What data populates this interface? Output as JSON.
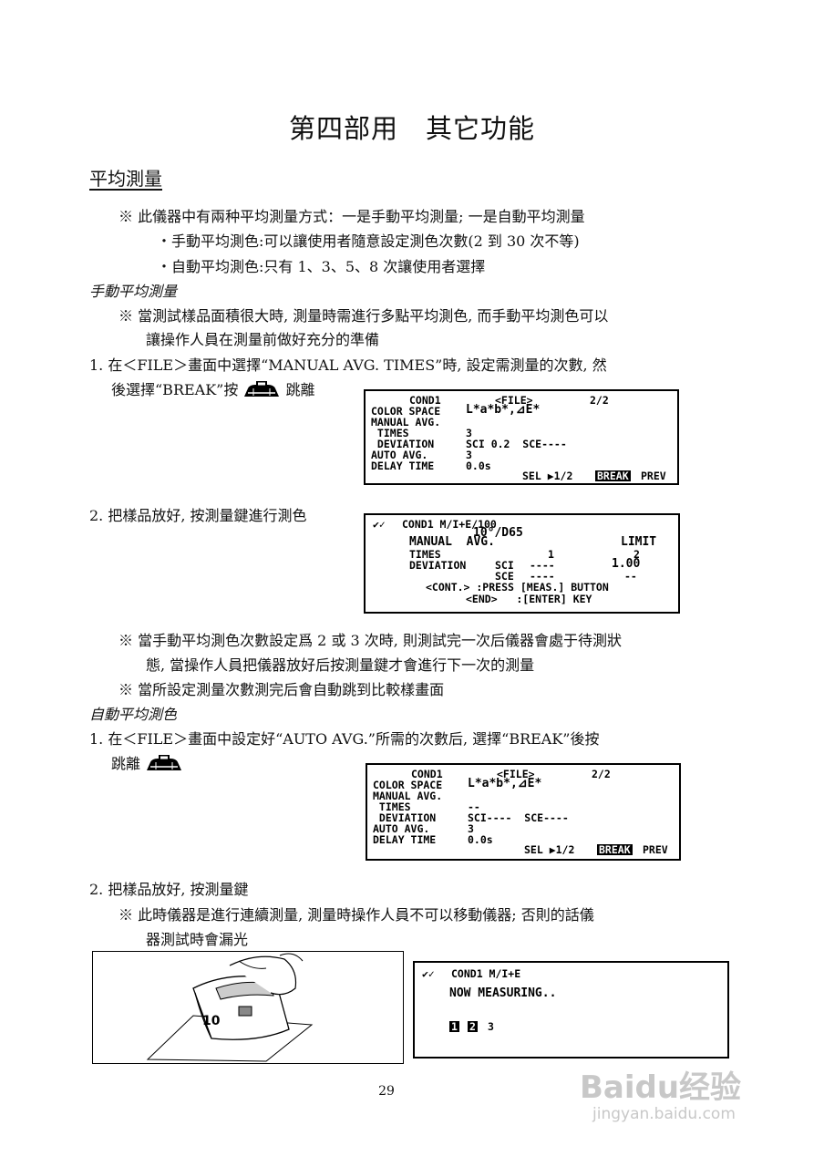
{
  "page": {
    "title": "第四部用　其它功能",
    "section_heading": "平均測量",
    "intro_note": "※ 此儀器中有兩种平均測量方式：一是手動平均測量; 一是自動平均測量",
    "bullet_manual": "・手動平均測色:可以讓使用者隨意設定測色次數(2 到 30 次不等)",
    "bullet_auto": "・自動平均測色:只有 1、3、5、8 次讓使用者選擇",
    "manual_heading": "手動平均測量",
    "manual_note_l1": "※ 當測試樣品面積很大時, 測量時需進行多點平均測色, 而手動平均測色可以",
    "manual_note_l2": "讓操作人員在測量前做好充分的準備",
    "step1_l1": "1.  在＜FILE＞畫面中選擇“MANUAL AVG. TIMES”時, 設定需測量的次數, 然",
    "step1_l2a": "後選擇“BREAK”按",
    "step1_l2b": "跳離",
    "step2": "2.  把樣品放好, 按測量鍵進行測色",
    "note_a_l1": "※ 當手動平均測色次數設定爲 2 或 3 次時, 則測試完一次后儀器會處于待測狀",
    "note_a_l2": "態, 當操作人員把儀器放好后按測量鍵才會進行下一次的測量",
    "note_b": "※ 當所設定測量次數測完后會自動跳到比較樣畫面",
    "auto_heading": "自動平均測色",
    "auto_step1_l1": "1.  在＜FILE＞畫面中設定好“AUTO AVG.”所需的次數后, 選擇“BREAK”後按",
    "auto_step1_l2": "跳離",
    "auto_step2": "2.  把樣品放好, 按測量鍵",
    "auto_note_l1": "※ 此時儀器是進行連續測量, 測量時操作人員不可以移動儀器; 否則的話儀",
    "auto_note_l2": "器測試時會漏光",
    "page_number": "29",
    "watermark_brand": "Baidu经验",
    "watermark_url": "jingyan.baidu.com"
  },
  "screen1": {
    "row1_left": "COND1",
    "row1_mid": "<FILE>",
    "row1_right": "2/2",
    "color_space_label": "COLOR SPACE",
    "color_space_value": "L*a*b*,⊿E*",
    "manual_avg_label": "MANUAL AVG.",
    "times_label": " TIMES",
    "times_value": "3",
    "deviation_label": " DEVIATION",
    "deviation_value": "SCI 0.2  SCE----",
    "auto_avg_label": "AUTO AVG.",
    "auto_avg_value": "3",
    "delay_label": "DELAY TIME",
    "delay_value": "0.0s",
    "footer_sel": "SEL ▶1/2",
    "footer_break": "BREAK",
    "footer_prev": "PREV"
  },
  "screen2": {
    "header": "COND1 M/I+E/100",
    "observer": "10°/D65",
    "manual_avg": "MANUAL  AVG.",
    "limit": "LIMIT",
    "times_label": "TIMES",
    "times_current": "1",
    "times_limit": "2",
    "deviation_label": "DEVIATION",
    "sci_label": "SCI",
    "sci_value": "----",
    "deviation_limit": "1.00",
    "sce_label": "SCE",
    "sce_value": "----",
    "sce_limit": "--",
    "cont_line": "<CONT.> :PRESS [MEAS.] BUTTON",
    "end_line": "<END>   :[ENTER] KEY"
  },
  "screen3": {
    "row1_left": "COND1",
    "row1_mid": "<FILE>",
    "row1_right": "2/2",
    "color_space_label": "COLOR SPACE",
    "color_space_value": "L*a*b*,⊿E*",
    "manual_avg_label": "MANUAL AVG.",
    "times_label": " TIMES",
    "times_value": "--",
    "deviation_label": " DEVIATION",
    "deviation_value": "SCI----  SCE----",
    "auto_avg_label": "AUTO AVG.",
    "auto_avg_value": "3",
    "delay_label": "DELAY TIME",
    "delay_value": "0.0s",
    "footer_sel": "SEL ▶1/2",
    "footer_break": "BREAK",
    "footer_prev": "PREV"
  },
  "screen4": {
    "header": "COND1 M/I+E",
    "status": "NOW MEASURING..",
    "count_1": "1",
    "count_2": "2",
    "count_3": "3"
  },
  "colors": {
    "text": "#111111",
    "lcd_border": "#000000",
    "watermark": "#c8c8c8"
  }
}
